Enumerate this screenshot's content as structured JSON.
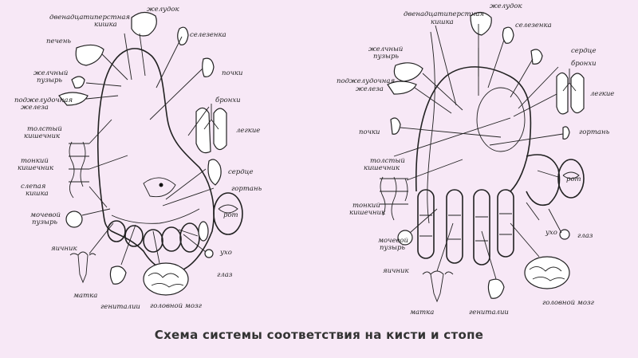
{
  "caption": "Схема системы соответствия на кисти и стопе",
  "foot_labels": {
    "l_zheludok": "желудок",
    "l_duodenum_1": "двенадцатиперстная",
    "l_duodenum_2": "кишка",
    "l_pechen": "печень",
    "l_selezenka": "селезенка",
    "l_zhelch_1": "желчный",
    "l_zhelch_2": "пузырь",
    "l_pochki": "почки",
    "l_podzh_1": "поджелудочная",
    "l_podzh_2": "железа",
    "l_bronhi": "бронхи",
    "l_legkie": "легкие",
    "l_tolst_1": "толстый",
    "l_tolst_2": "кишечник",
    "l_tonk_1": "тонкий",
    "l_tonk_2": "кишечник",
    "l_serdce": "сердце",
    "l_slep_1": "слепая",
    "l_slep_2": "кишка",
    "l_gortan": "гортань",
    "l_moch_1": "мочевой",
    "l_moch_2": "пузырь",
    "l_rot": "рот",
    "l_yaichnik": "яичник",
    "l_uho": "ухо",
    "l_glaz": "глаз",
    "l_matka": "матка",
    "l_genitalii": "гениталии",
    "l_mozg": "головной мозг"
  },
  "hand_labels": {
    "r_duodenum_1": "двенадцатиперстная",
    "r_duodenum_2": "кишка",
    "r_zheludok": "желудок",
    "r_selezenka": "селезенка",
    "r_zhelch_1": "желчный",
    "r_zhelch_2": "пузырь",
    "r_serdce": "сердце",
    "r_bronhi": "бронхи",
    "r_podzh": "поджелудочная",
    "r_zheleza": "железа",
    "r_legkie": "легкие",
    "r_pochki": "почки",
    "r_gortan": "гортань",
    "r_tolst_1": "толстый",
    "r_tolst_2": "кишечник",
    "r_rot": "рот",
    "r_tonk_1": "тонкий",
    "r_tonk_2": "кишечник",
    "r_uho": "ухо",
    "r_glaz": "глаз",
    "r_moch_1": "мочевой",
    "r_moch_2": "пузырь",
    "r_yaichnik": "яичник",
    "r_matka": "матка",
    "r_genitalii": "гениталии",
    "r_mozg": "головной мозг"
  }
}
